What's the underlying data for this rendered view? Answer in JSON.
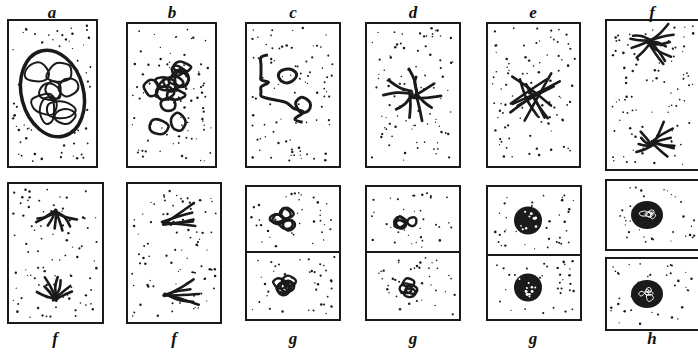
{
  "diagram": {
    "labels": [
      "a",
      "b",
      "c",
      "d",
      "e",
      "f",
      "f",
      "f",
      "g",
      "g",
      "g",
      "h"
    ]
  }
}
